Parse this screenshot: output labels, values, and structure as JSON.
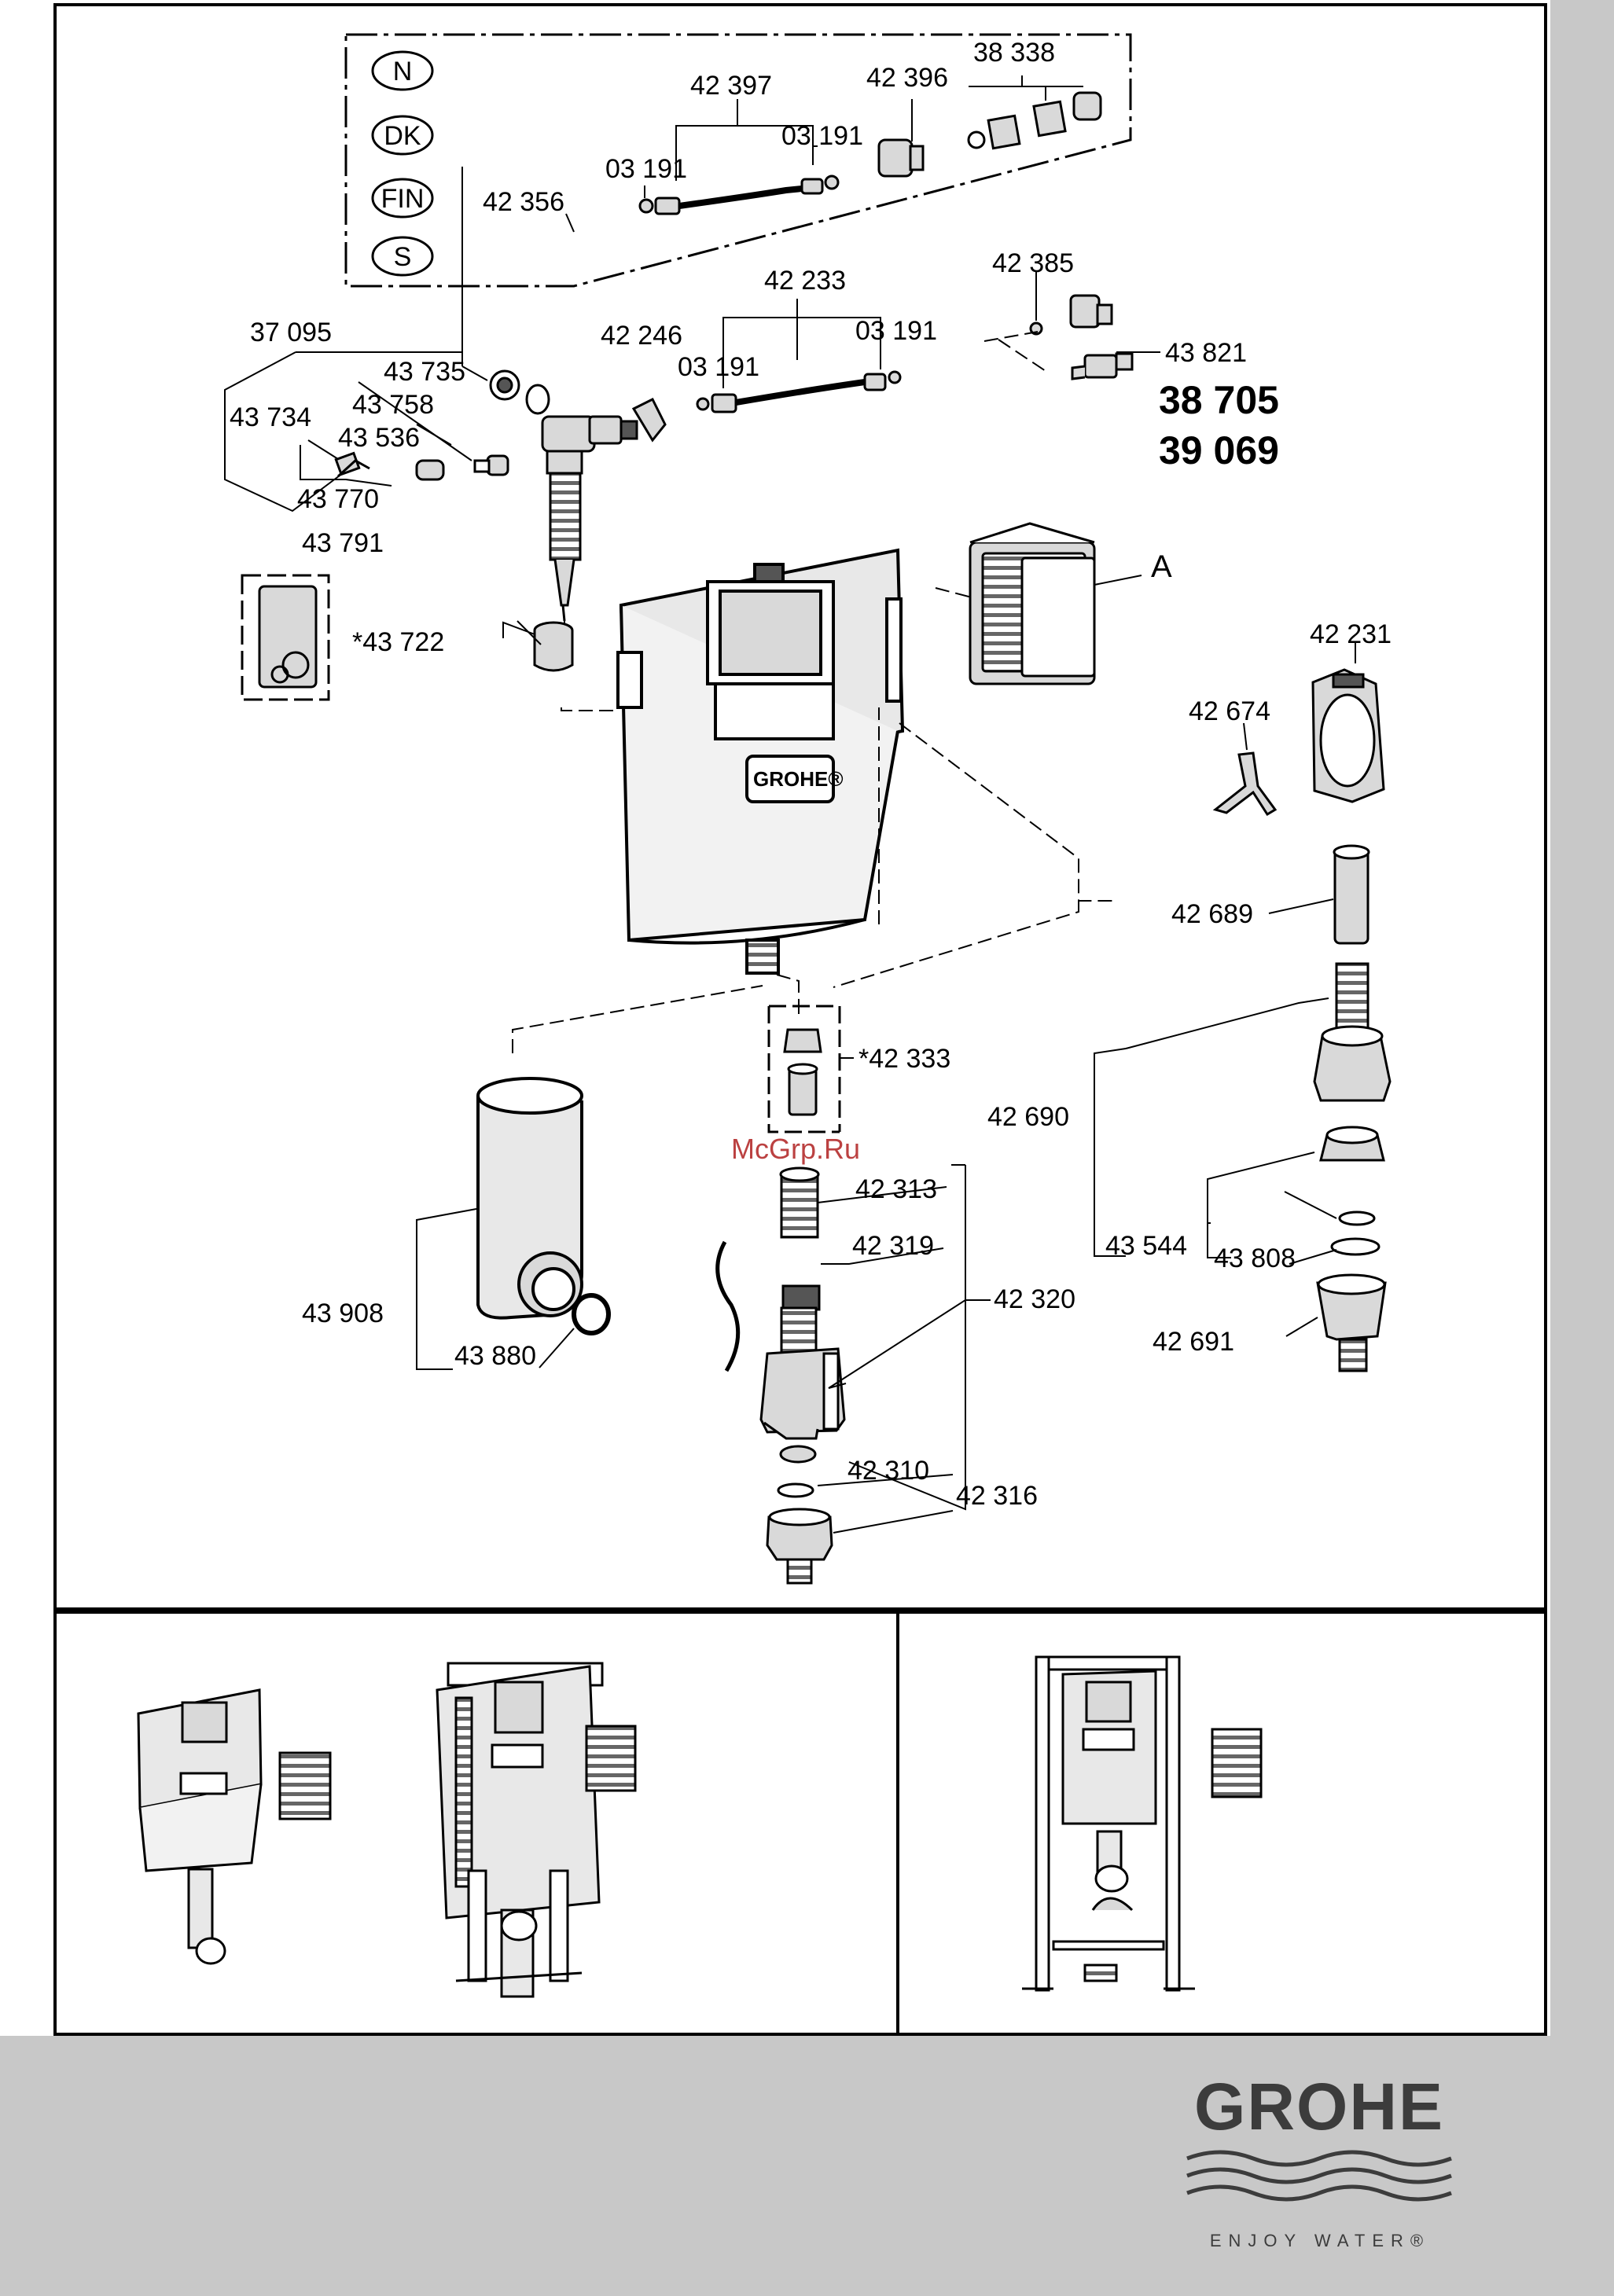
{
  "brand": {
    "logo_text": "GROHE",
    "tagline": "ENJOY WATER®",
    "watermark": "McGrp.Ru",
    "tank_emblem": "GROHE®"
  },
  "country_codes": [
    "N",
    "DK",
    "FIN",
    "S"
  ],
  "model_numbers": [
    "38 705",
    "39 069"
  ],
  "callout_a": "A",
  "part_numbers": {
    "p42397": "42 397",
    "p42396": "42 396",
    "p38338": "38 338",
    "p03191a": "03 191",
    "p03191b": "03 191",
    "p42356": "42 356",
    "p42233": "42 233",
    "p42385": "42 385",
    "p42246": "42 246",
    "p03191c": "03 191",
    "p03191d": "03 191",
    "p43821": "43 821",
    "p37095": "37 095",
    "p43735": "43 735",
    "p43758": "43 758",
    "p43734": "43 734",
    "p43536": "43 536",
    "p43770": "43 770",
    "p43791": "43 791",
    "p43722": "*43 722",
    "p42231": "42 231",
    "p42674": "42 674",
    "p42689": "42 689",
    "p42333": "*42 333",
    "p42690": "42 690",
    "p42313": "42 313",
    "p42319": "42 319",
    "p42320": "42 320",
    "p43544": "43 544",
    "p43808": "43 808",
    "p42691": "42 691",
    "p43908": "43 908",
    "p43880": "43 880",
    "p42310": "42 310",
    "p42316": "42 316"
  },
  "colors": {
    "ink": "#000000",
    "panel_gray": "#c8c8c8",
    "logo_gray": "#3c3c3c",
    "part_gray": "#d9d9d9",
    "part_dark": "#555555"
  },
  "icons": [
    "cistern-icon",
    "inlet-valve-icon",
    "flush-valve-icon",
    "push-plate-icon",
    "pipe-icon",
    "frame-icon",
    "grohe-waves-icon"
  ]
}
